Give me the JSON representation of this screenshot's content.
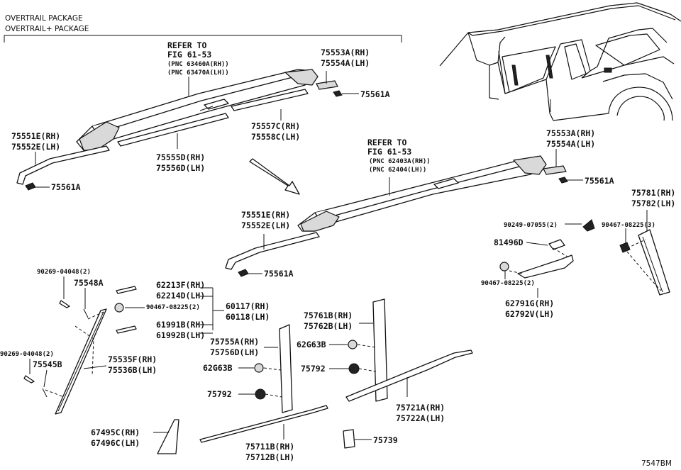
{
  "header": {
    "line1": "OVERTRAIL PACKAGE",
    "line2": "OVERTRAIL+ PACKAGE"
  },
  "refer_top": {
    "title": "REFER TO",
    "fig": "FIG 61-53",
    "pnc1": "(PNC 63460A(RH))",
    "pnc2": "(PNC 63470A(LH))"
  },
  "refer_mid": {
    "title": "REFER TO",
    "fig": "FIG 61-53",
    "pnc1": "(PNC 62403A(RH))",
    "pnc2": "(PNC 62404(LH))"
  },
  "labels": {
    "p75553a_top": "75553A(RH)",
    "p75554a_top": "75554A(LH)",
    "p75561a_top": "75561A",
    "p75551e_l": "75551E(RH)",
    "p75552e_l": "75552E(LH)",
    "p75561a_l": "75561A",
    "p75557c": "75557C(RH)",
    "p75558c": "75558C(LH)",
    "p75555d": "75555D(RH)",
    "p75556d": "75556D(LH)",
    "p75553a_mid": "75553A(RH)",
    "p75554a_mid": "75554A(LH)",
    "p75561a_mid": "75561A",
    "p75551e_m": "75551E(RH)",
    "p75552e_m": "75552E(LH)",
    "p75561a_m": "75561A",
    "p75781": "75781(RH)",
    "p75782": "75782(LH)",
    "p90249": "90249-07055(2)",
    "p90467_r": "90467-08225(3)",
    "p81496d": "81496D",
    "p90467_b": "90467-08225(2)",
    "p62791g": "62791G(RH)",
    "p62792v": "62792V(LH)",
    "p90269_1": "90269-04048(2)",
    "p75548a": "75548A",
    "p62213f": "62213F(RH)",
    "p62214d": "62214D(LH)",
    "p90467_m": "90467-08225(2)",
    "p60117": "60117(RH)",
    "p60118": "60118(LH)",
    "p61991b": "61991B(RH)",
    "p61992b": "61992B(LH)",
    "p90269_2": "90269-04048(2)",
    "p75545b": "75545B",
    "p75535f": "75535F(RH)",
    "p75536b": "75536B(LH)",
    "p75761b": "75761B(RH)",
    "p75762b": "75762B(LH)",
    "p75755a": "75755A(RH)",
    "p75756d": "75756D(LH)",
    "p62g63b_r": "62G63B",
    "p62g63b_l": "62G63B",
    "p75792_r": "75792",
    "p75792_l": "75792",
    "p75721a": "75721A(RH)",
    "p75722a": "75722A(LH)",
    "p67495c": "67495C(RH)",
    "p67496c": "67496C(LH)",
    "p75711b": "75711B(RH)",
    "p75712b": "75712B(LH)",
    "p75739": "75739",
    "diagram_code": "7547BM"
  }
}
